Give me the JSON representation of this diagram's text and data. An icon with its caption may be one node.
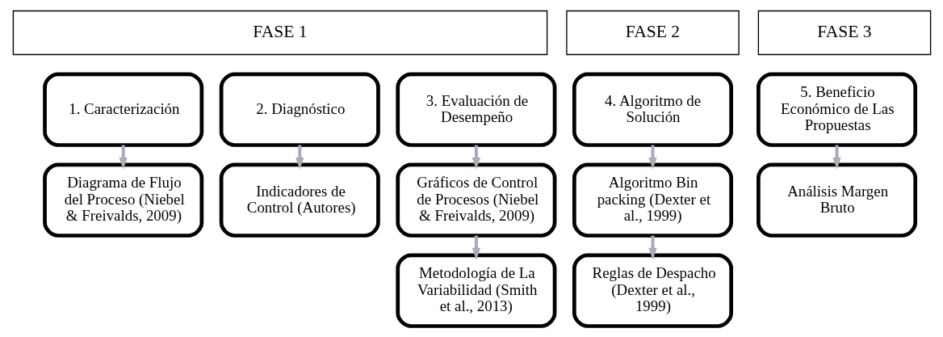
{
  "diagram": {
    "nodes": [
      {
        "text": [
          "FASE 1"
        ]
      },
      {
        "text": [
          "FASE 2"
        ]
      },
      {
        "text": [
          "FASE 3"
        ]
      },
      {
        "text": [
          "1. Caracterización"
        ]
      },
      {
        "text": [
          "Diagrama de Flujo del Proceso (Niebel & Freivalds, 2009)"
        ]
      },
      {
        "text": [
          "2. Diagnóstico"
        ]
      },
      {
        "text": [
          "Indicadores de Control (Autores)"
        ]
      },
      {
        "text": [
          "3. Evaluación de Desempeño"
        ]
      },
      {
        "text": [
          "Gráficos de Control de Procesos (Niebel & Freivalds, 2009)"
        ]
      },
      {
        "text": [
          "Metodología de La Variabilidad (Smith et al., 2013)"
        ]
      },
      {
        "text": [
          "4. Algoritmo de Solución"
        ]
      },
      {
        "text": [
          "Algoritmo Bin packing (Dexter et al., 1999)"
        ]
      },
      {
        "text": [
          "Reglas de Despacho (Dexter et al., 1999)"
        ]
      },
      {
        "text": [
          "5. Beneficio Económico de Las Propuestas"
        ]
      },
      {
        "text": [
          "Análisis Margen Bruto"
        ]
      }
    ],
    "edges": [
      {
        "from": 3,
        "to": 4,
        "arrow": "to"
      },
      {
        "from": 5,
        "to": 6,
        "arrow": "to"
      },
      {
        "from": 7,
        "to": 8,
        "arrow": "to"
      },
      {
        "from": 8,
        "to": 9,
        "arrow": "to"
      },
      {
        "from": 10,
        "to": 11,
        "arrow": "to"
      },
      {
        "from": 11,
        "to": 12,
        "arrow": "to"
      },
      {
        "from": 13,
        "to": 14,
        "arrow": "to"
      }
    ]
  }
}
